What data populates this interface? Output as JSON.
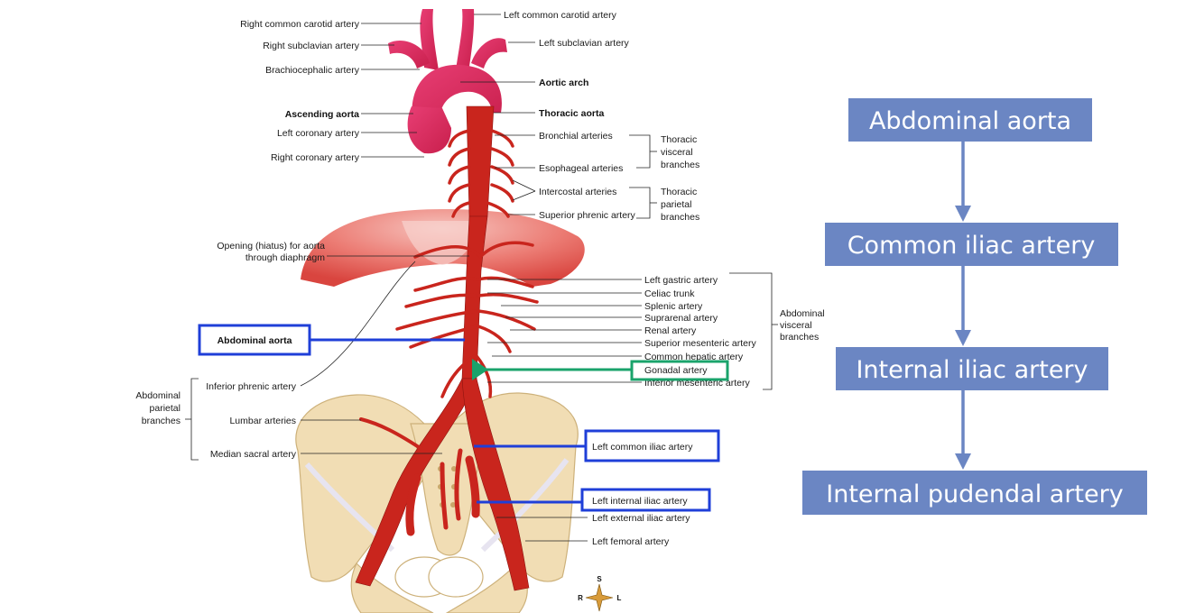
{
  "diagram_labels": {
    "right_common_carotid": "Right common carotid artery",
    "right_subclavian": "Right subclavian artery",
    "brachiocephalic": "Brachiocephalic artery",
    "ascending_aorta": "Ascending aorta",
    "left_coronary": "Left coronary artery",
    "right_coronary": "Right coronary artery",
    "left_common_carotid": "Left common carotid artery",
    "left_subclavian": "Left subclavian artery",
    "aortic_arch": "Aortic arch",
    "thoracic_aorta": "Thoracic aorta",
    "bronchial": "Bronchial arteries",
    "esophageal": "Esophageal arteries",
    "intercostal": "Intercostal arteries",
    "superior_phrenic": "Superior phrenic artery",
    "thoracic_visceral": [
      "Thoracic",
      "visceral",
      "branches"
    ],
    "thoracic_parietal": [
      "Thoracic",
      "parietal",
      "branches"
    ],
    "opening_hiatus": [
      "Opening (hiatus) for aorta",
      "through diaphragm"
    ],
    "abdominal_aorta": "Abdominal aorta",
    "left_gastric": "Left gastric artery",
    "celiac_trunk": "Celiac trunk",
    "splenic": "Splenic artery",
    "suprarenal": "Suprarenal artery",
    "renal": "Renal artery",
    "superior_mesenteric": "Superior mesenteric artery",
    "common_hepatic": "Common hepatic artery",
    "gonadal": "Gonadal artery",
    "inferior_mesenteric": "Inferior mesenteric artery",
    "abdominal_visceral": [
      "Abdominal",
      "visceral",
      "branches"
    ],
    "inferior_phrenic": "Inferior phrenic artery",
    "lumbar": "Lumbar arteries",
    "median_sacral": "Median sacral artery",
    "abdominal_parietal": [
      "Abdominal",
      "parietal",
      "branches"
    ],
    "left_common_iliac": "Left common iliac artery",
    "left_internal_iliac": "Left internal iliac artery",
    "left_external_iliac": "Left external iliac artery",
    "left_femoral": "Left femoral artery",
    "compass": {
      "s": "S",
      "r": "R",
      "l": "L"
    }
  },
  "flow_chart": {
    "steps": [
      "Abdominal aorta",
      "Common iliac artery",
      "Internal iliac artery",
      "Internal pudendal artery"
    ]
  },
  "colors": {
    "flow_box": "#6b86c3",
    "highlight_blue": "#1f3fd8",
    "highlight_green": "#1aa36b",
    "artery": "#c9251d",
    "heart": "#d8285a",
    "diaphragm": "#e9706c",
    "bone": "#f1ddb4"
  }
}
